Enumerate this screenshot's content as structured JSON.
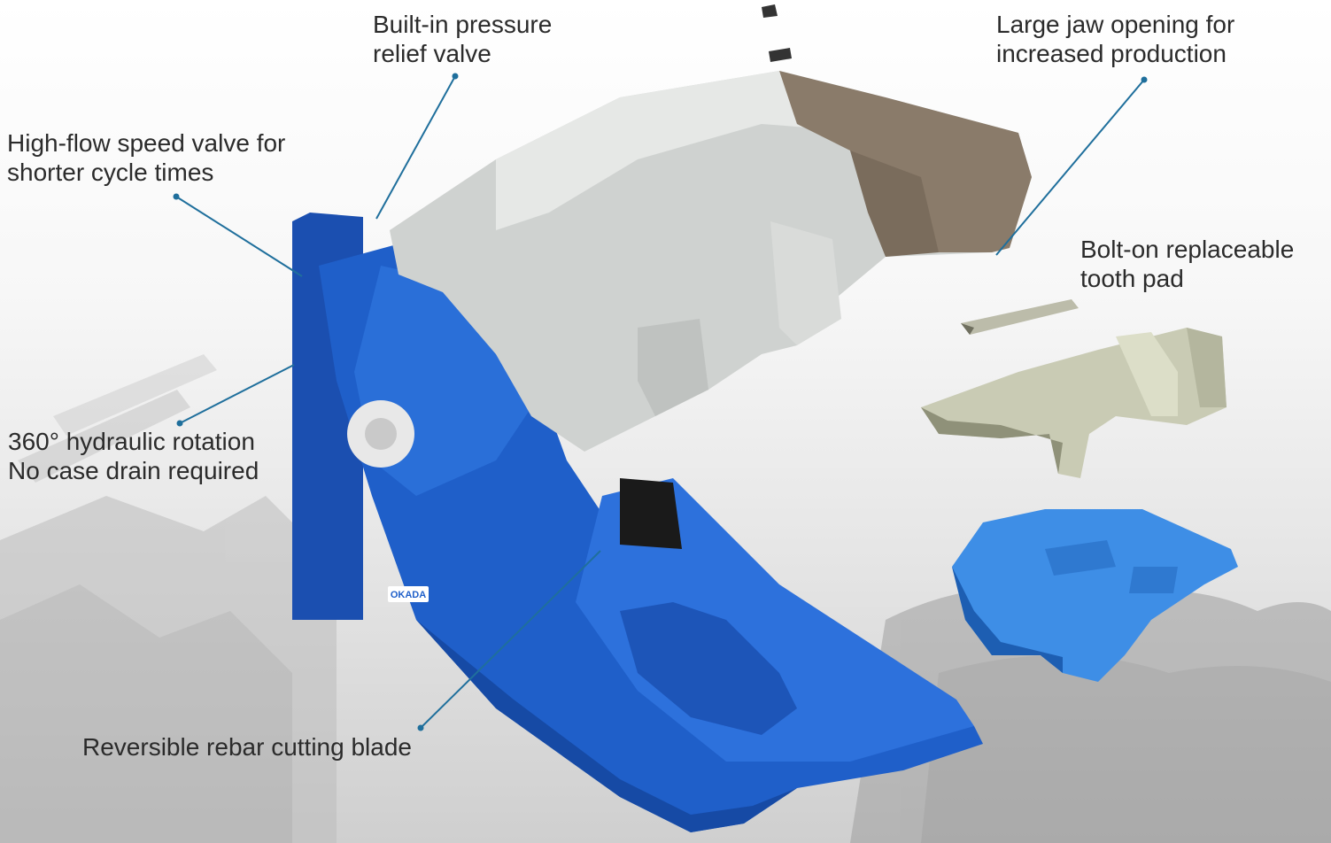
{
  "callouts": [
    {
      "id": "pressure-relief-valve",
      "lines": [
        "Built-in pressure",
        "relief valve"
      ]
    },
    {
      "id": "jaw-opening",
      "lines": [
        "Large jaw opening for",
        "increased production"
      ]
    },
    {
      "id": "speed-valve",
      "lines": [
        "High-flow speed valve for",
        "shorter cycle times"
      ]
    },
    {
      "id": "tooth-pad",
      "lines": [
        "Bolt-on replaceable",
        "tooth pad"
      ]
    },
    {
      "id": "hydraulic-rotation",
      "lines": [
        "360° hydraulic rotation",
        "No case drain required"
      ]
    },
    {
      "id": "rebar-blade",
      "lines": [
        "Reversible rebar cutting blade"
      ]
    }
  ],
  "brand": {
    "badge_text": "OKADA"
  },
  "colors": {
    "accent_blue": "#1f5fc9",
    "leader_line": "#1f6f9c",
    "jaw_steel": "#cfd2d0",
    "tooth_bronze": "#8a7b6a"
  }
}
